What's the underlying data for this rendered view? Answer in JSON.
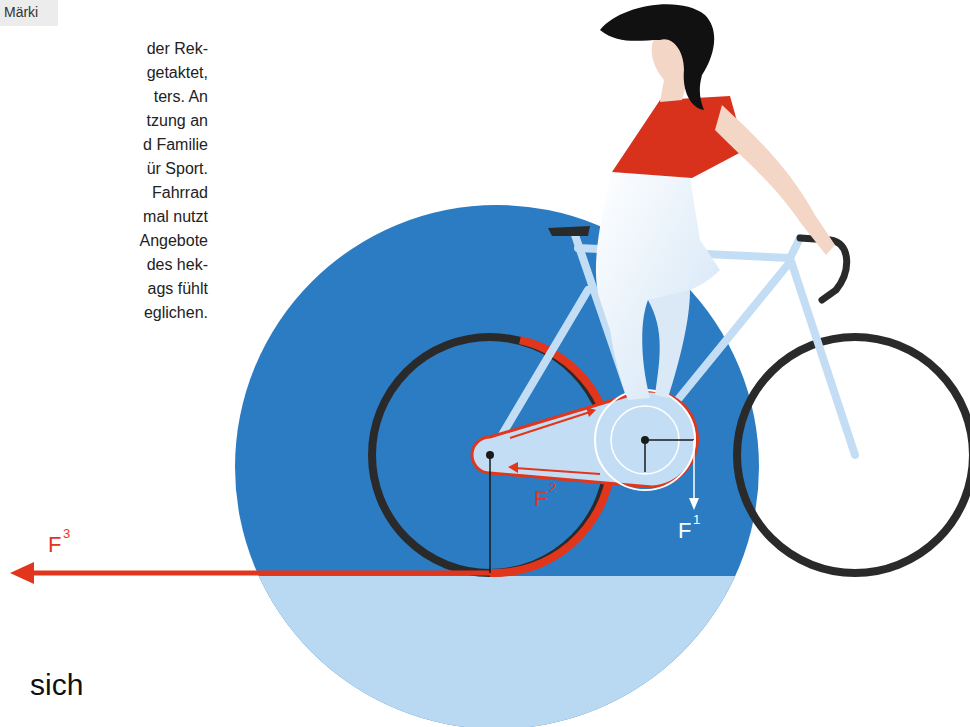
{
  "diagram": {
    "labels": [
      "Märki",
      "der Rek-",
      "getaktet,",
      "ters. An",
      "tzung an",
      "d Familie",
      "ür Sport.",
      "Fahrrad",
      "mal nutzt",
      "Angebote",
      "des hek-",
      "ags fühlt",
      "eglichen.",
      "F",
      "2",
      "F",
      "1",
      "F",
      "3",
      "sich"
    ]
  }
}
